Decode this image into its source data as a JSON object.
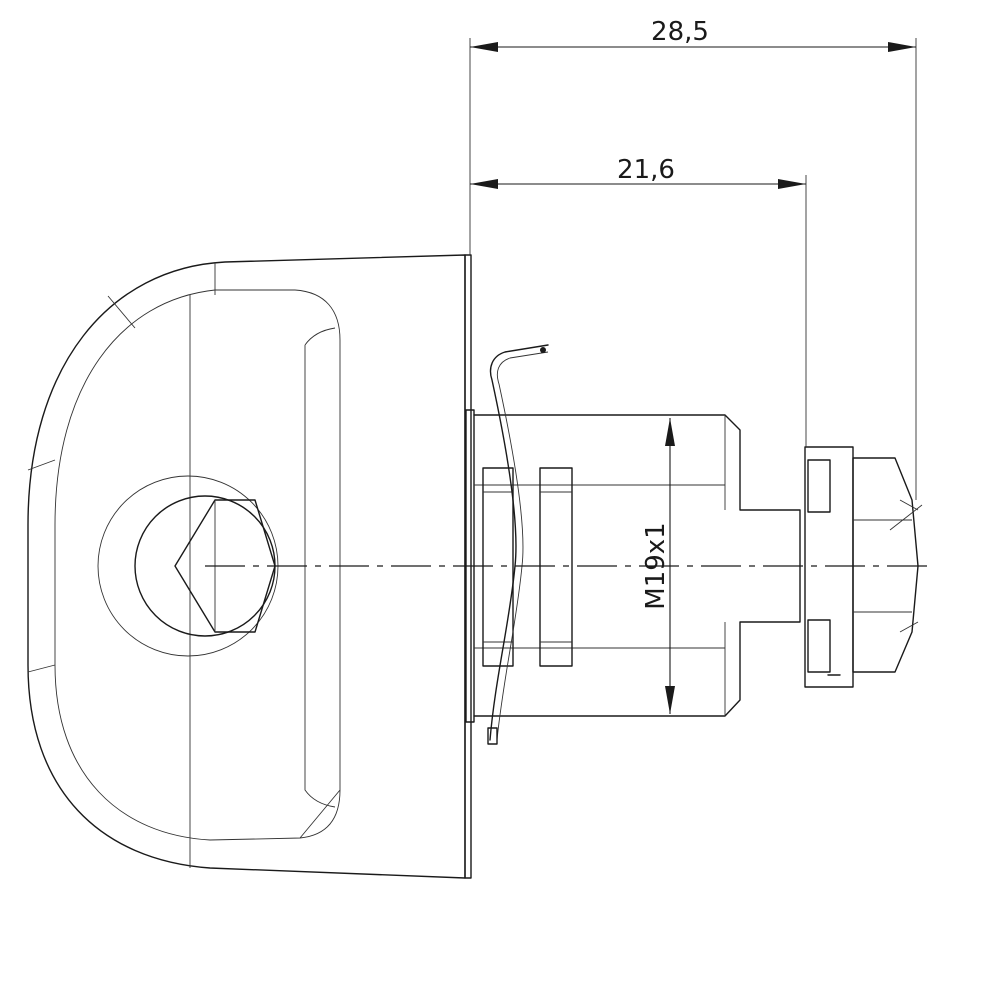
{
  "dimensions": {
    "overall_length": "28,5",
    "body_length": "21,6",
    "thread_spec": "M19x1"
  },
  "colors": {
    "line": "#1a1a1a",
    "background": "#ffffff"
  }
}
